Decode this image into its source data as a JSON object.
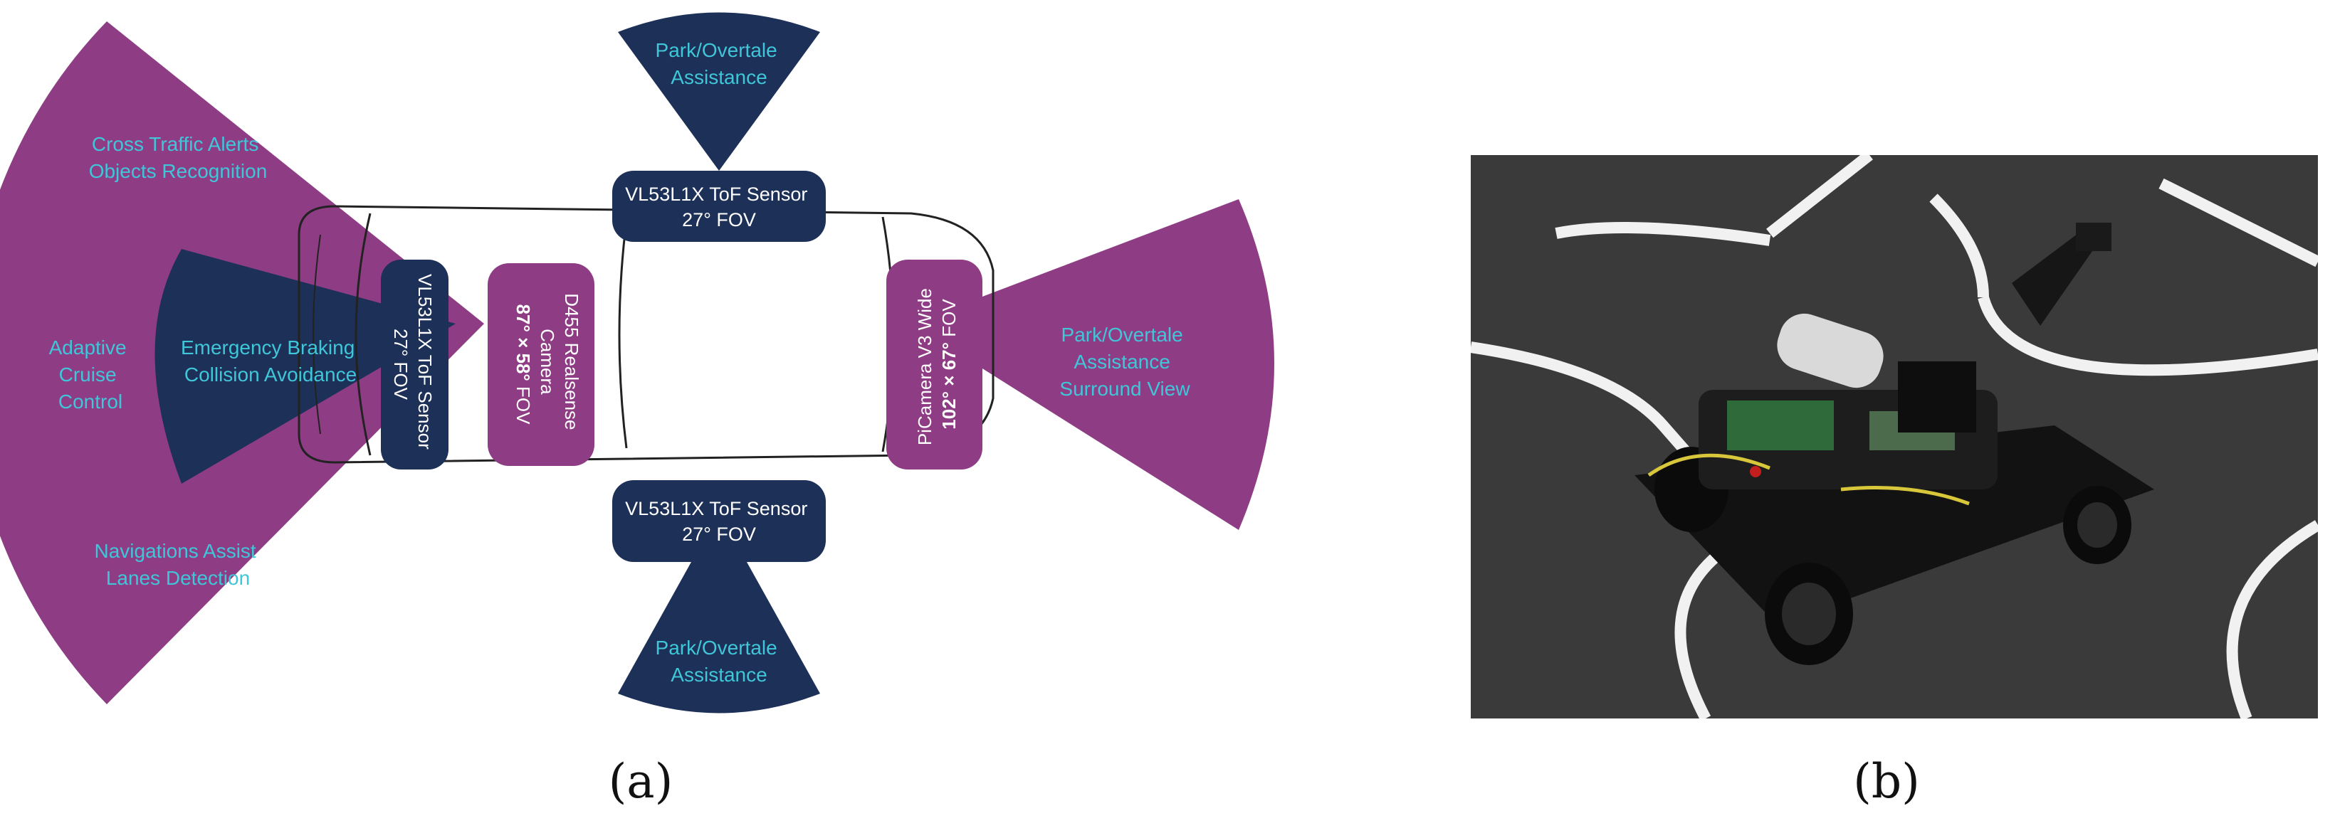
{
  "colors": {
    "purple": "#8e3d85",
    "navy": "#1d3057",
    "cyan_text": "#3fc6d9",
    "white_text": "#ffffff",
    "car_outline": "#222222"
  },
  "panel_a": {
    "label": "(a)",
    "zones": {
      "front_left_top": "Cross Traffic Alerts\nObjects Recognition",
      "front_left_mid": "Adaptive\nCruise\nControl",
      "front_left_bottom": "Navigations Assist\nLanes Detection",
      "emergency": "Emergency Braking\nCollision Avoidance",
      "top_park": "Park/Overtale\nAssistance",
      "bottom_park": "Park/Overtale\nAssistance",
      "rear": "Park/Overtale\nAssistance\nSurround View"
    },
    "sensors": {
      "front_tof": "VL53L1X ToF Sensor\n27° FOV",
      "d455_line1": "D455 Realsense",
      "d455_line2": "Camera",
      "d455_fov_bold": "87° × 58°",
      "d455_fov_rest": " FOV",
      "top_tof": "VL53L1X ToF Sensor\n27° FOV",
      "bottom_tof": "VL53L1X ToF Sensor\n27° FOV",
      "picam_line1": "PiCamera V3 Wide",
      "picam_fov_bold": "102° × 67°",
      "picam_fov_rest": " FOV"
    }
  },
  "panel_b": {
    "label": "(b)",
    "photo_subject": "small autonomous robot car on a dark track with white lane lines"
  }
}
